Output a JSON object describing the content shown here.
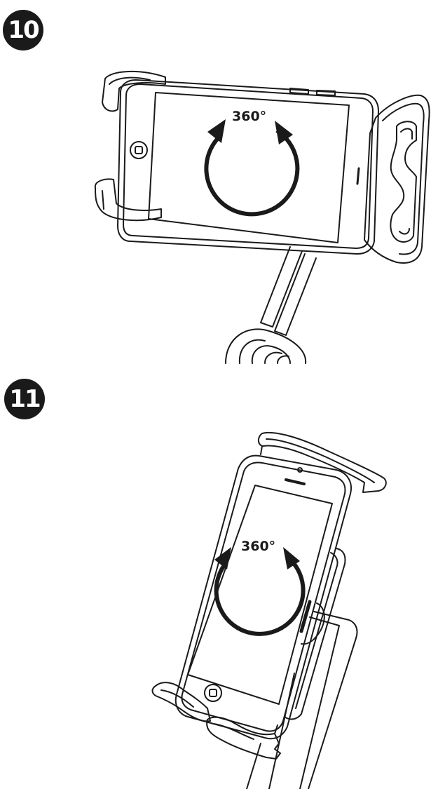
{
  "steps": [
    {
      "number": "10",
      "rotation_label": "360°"
    },
    {
      "number": "11",
      "rotation_label": "360°"
    }
  ],
  "colors": {
    "ink": "#1a1a1a",
    "background": "#ffffff",
    "badge_fill": "#1a1a1a",
    "badge_text": "#ffffff"
  },
  "icons": {
    "rotation": "circular-arrow-icon",
    "home_button": "home-button-icon"
  }
}
